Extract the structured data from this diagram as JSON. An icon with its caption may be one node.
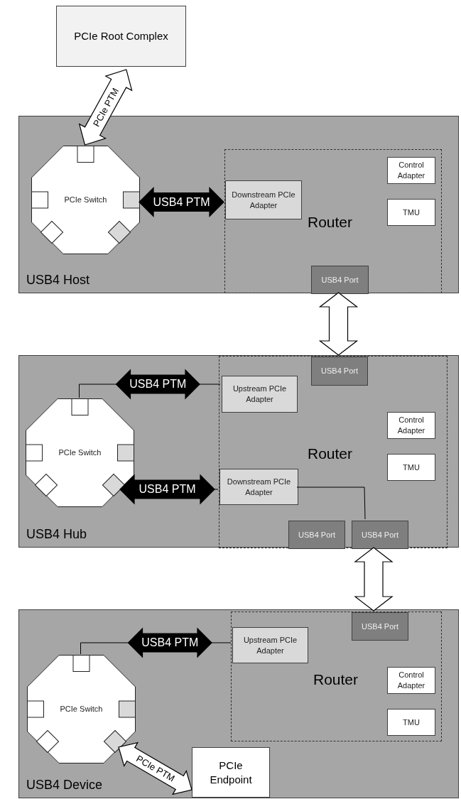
{
  "diagram": {
    "nodes": [
      {
        "text": [
          "PCIe Root Complex"
        ]
      },
      {
        "text": [
          "USB4 Host"
        ]
      },
      {
        "text": [
          "PCIe Switch"
        ],
        "in": 1
      },
      {
        "text": [
          "Router"
        ],
        "in": 1
      },
      {
        "text": [
          "Downstream PCIe Adapter"
        ],
        "in": 3
      },
      {
        "text": [
          "Control Adapter"
        ],
        "in": 3
      },
      {
        "text": [
          "TMU"
        ],
        "in": 3
      },
      {
        "text": [
          "USB4 Port"
        ],
        "in": 3
      },
      {
        "text": [
          "USB4 Hub"
        ]
      },
      {
        "text": [
          "PCIe Switch"
        ],
        "in": 8
      },
      {
        "text": [
          "Router"
        ],
        "in": 8
      },
      {
        "text": [
          "Upstream PCIe Adapter"
        ],
        "in": 10
      },
      {
        "text": [
          "USB4 Port"
        ],
        "in": 10
      },
      {
        "text": [
          "Control Adapter"
        ],
        "in": 10
      },
      {
        "text": [
          "TMU"
        ],
        "in": 10
      },
      {
        "text": [
          "Downstream PCIe Adapter"
        ],
        "in": 10
      },
      {
        "text": [
          "USB4 Port"
        ],
        "in": 10
      },
      {
        "text": [
          "USB4 Port"
        ],
        "in": 10
      },
      {
        "text": [
          "USB4 Device"
        ]
      },
      {
        "text": [
          "PCIe Switch"
        ],
        "in": 18
      },
      {
        "text": [
          "Router"
        ],
        "in": 18
      },
      {
        "text": [
          "Upstream PCIe Adapter"
        ],
        "in": 20
      },
      {
        "text": [
          "USB4 Port"
        ],
        "in": 20
      },
      {
        "text": [
          "Control Adapter"
        ],
        "in": 20
      },
      {
        "text": [
          "TMU"
        ],
        "in": 20
      },
      {
        "text": [
          "PCIe Endpoint"
        ],
        "in": 18
      }
    ],
    "edges": [
      {
        "from": 2,
        "to": 0,
        "arrow": "both",
        "label": "PCIe PTM",
        "style": "thick"
      },
      {
        "from": 2,
        "to": 4,
        "arrow": "both",
        "label": "USB4 PTM",
        "style": "thick",
        "color": "#000000"
      },
      {
        "from": 7,
        "to": 12,
        "arrow": "both",
        "style": "thick"
      },
      {
        "from": 9,
        "to": 11,
        "arrow": "both",
        "label": "USB4 PTM",
        "style": "thick",
        "color": "#000000"
      },
      {
        "from": 9,
        "to": 15,
        "arrow": "both",
        "label": "USB4 PTM",
        "style": "thick",
        "color": "#000000"
      },
      {
        "from": 15,
        "to": 17,
        "arrow": "none"
      },
      {
        "from": 17,
        "to": 22,
        "arrow": "both",
        "style": "thick"
      },
      {
        "from": 19,
        "to": 21,
        "arrow": "both",
        "label": "USB4 PTM",
        "style": "thick",
        "color": "#000000"
      },
      {
        "from": 19,
        "to": 25,
        "arrow": "both",
        "label": "PCIe PTM",
        "style": "thick"
      }
    ]
  }
}
